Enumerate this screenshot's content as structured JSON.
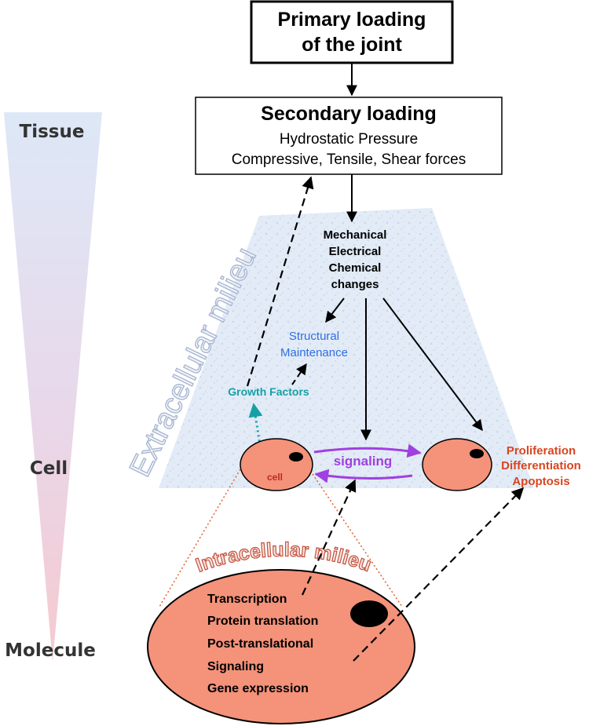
{
  "scale": {
    "tissue": "Tissue",
    "cell": "Cell",
    "molecule": "Molecule"
  },
  "boxes": {
    "primary": {
      "line1": "Primary loading",
      "line2": "of the joint"
    },
    "secondary": {
      "title": "Secondary loading",
      "line1": "Hydrostatic Pressure",
      "line2": "Compressive, Tensile, Shear forces"
    }
  },
  "extracellular": {
    "label": "Extracellular milieu",
    "changes": [
      "Mechanical",
      "Electrical",
      "Chemical",
      "changes"
    ],
    "structural": [
      "Structural",
      "Maintenance"
    ],
    "growth_factors": "Growth Factors",
    "signaling": "signaling",
    "cell_label": "cell",
    "outcomes": [
      "Proliferation",
      "Differentiation",
      "Apoptosis"
    ]
  },
  "intracellular": {
    "label": "Intracellular milieu",
    "items": [
      "Transcription",
      "Protein translation",
      "Post-translational",
      "Signaling",
      "Gene expression"
    ]
  },
  "colors": {
    "cell_fill": "#f4927a",
    "outcome_text": "#d9451f",
    "structural_text": "#2f6fe0",
    "growth_text": "#16a0a6",
    "signaling": "#a040e0",
    "intracellular_label": "#c0503c",
    "extracellular_label": "#b9c4dc"
  }
}
